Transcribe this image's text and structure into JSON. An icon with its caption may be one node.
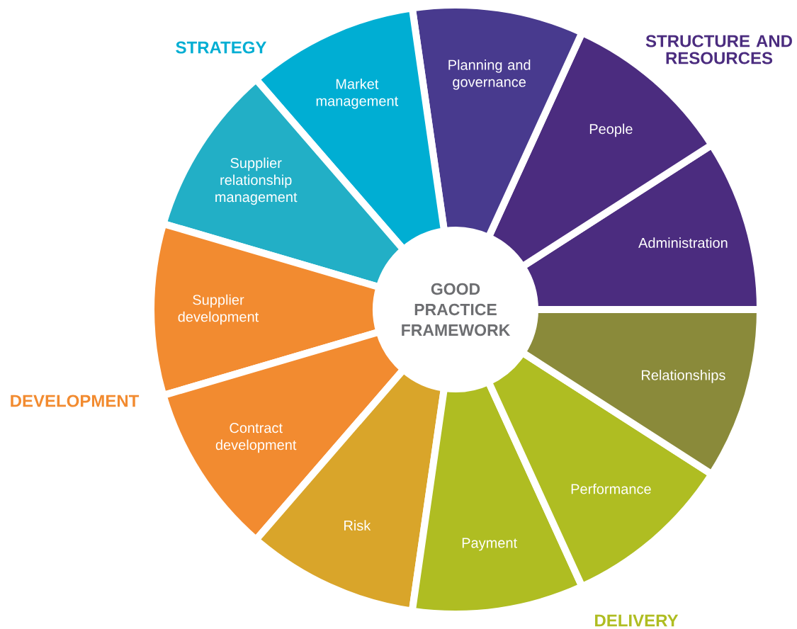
{
  "diagram": {
    "nodes": [
      {
        "text": [
          "GOOD PRACTICE FRAMEWORK"
        ]
      },
      {
        "text": [
          "Administration"
        ]
      },
      {
        "text": [
          "People"
        ]
      },
      {
        "text": [
          "Planning and governance"
        ]
      },
      {
        "text": [
          "Market management"
        ]
      },
      {
        "text": [
          "Supplier relationship management"
        ]
      },
      {
        "text": [
          "Supplier development"
        ]
      },
      {
        "text": [
          "Contract development"
        ]
      },
      {
        "text": [
          "Risk"
        ]
      },
      {
        "text": [
          "Payment"
        ]
      },
      {
        "text": [
          "Performance"
        ]
      },
      {
        "text": [
          "Relationships"
        ]
      }
    ],
    "labels": [
      "STRATEGY",
      "STRUCTURE AND RESOURCES",
      "DEVELOPMENT",
      "DELIVERY"
    ]
  }
}
